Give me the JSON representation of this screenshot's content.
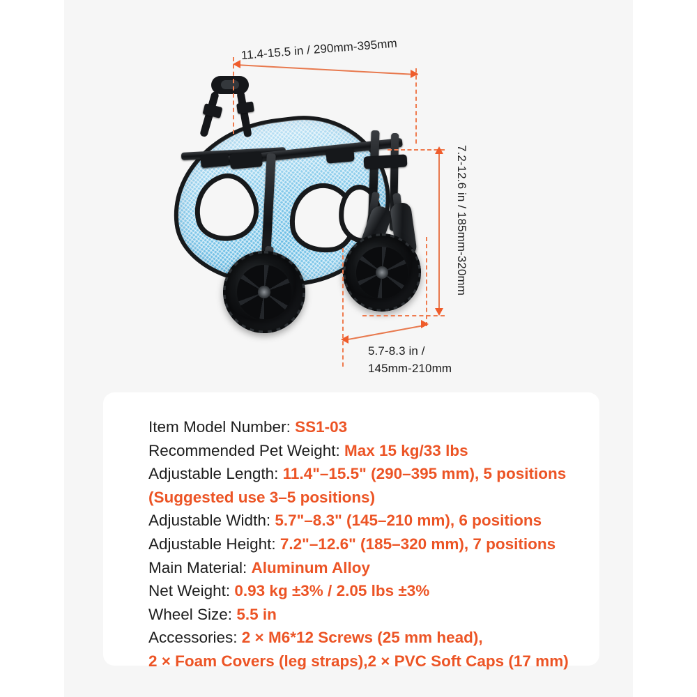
{
  "colors": {
    "accent_orange": "#ec5425",
    "dimension_line": "#ef7b4e",
    "panel_bg": "#f6f6f6",
    "card_bg": "#ffffff",
    "mesh_blue": "#8ccdec",
    "frame_black": "#16181b"
  },
  "product": {
    "name": "pet-wheelchair",
    "mesh_color_label": "light blue mesh harness",
    "frame_color_label": "black aluminum frame",
    "wheel_count": 2
  },
  "dimensions": {
    "length": {
      "label": "11.4-15.5 in / 290mm-395mm",
      "axis": "horizontal-top"
    },
    "height": {
      "label": "7.2-12.6 in / 185mm-320mm",
      "axis": "vertical-right"
    },
    "width": {
      "line1": "5.7-8.3 in /",
      "line2": "145mm-210mm",
      "axis": "horizontal-bottom"
    }
  },
  "specs": [
    {
      "label": "Item Model Number: ",
      "value": "SS1-03"
    },
    {
      "label": "Recommended Pet Weight: ",
      "value": "Max 15 kg/33 lbs"
    },
    {
      "label": "Adjustable Length: ",
      "value": "11.4\"–15.5\" (290–395 mm), 5 positions"
    },
    {
      "label": "",
      "value": "(Suggested use 3–5 positions)",
      "continuation": true
    },
    {
      "label": "Adjustable Width: ",
      "value": "5.7\"–8.3\" (145–210 mm), 6 positions"
    },
    {
      "label": "Adjustable Height: ",
      "value": "7.2\"–12.6\" (185–320 mm), 7 positions"
    },
    {
      "label": "Main Material: ",
      "value": "Aluminum Alloy"
    },
    {
      "label": "Net Weight: ",
      "value": "0.93 kg ±3% / 2.05 lbs ±3%"
    },
    {
      "label": "Wheel Size: ",
      "value": "5.5 in"
    },
    {
      "label": "Accessories: ",
      "value": "2 × M6*12 Screws (25 mm head),"
    },
    {
      "label": "",
      "value": "2 × Foam Covers (leg straps),2 × PVC Soft Caps (17 mm)",
      "continuation": true
    }
  ]
}
